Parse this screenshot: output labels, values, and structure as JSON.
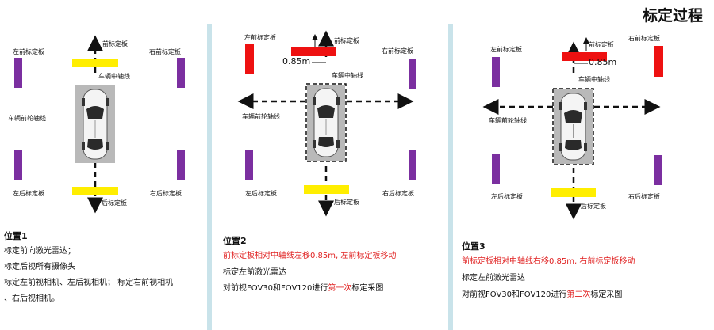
{
  "title": "标定过程",
  "colors": {
    "red_board": "#ee1111",
    "yellow_board": "#ffee00",
    "purple_board": "#7b2fa0",
    "divider": "#c9e3ea",
    "highlight_text": "#e02020"
  },
  "panels": [
    {
      "labels": {
        "front_board": "前标定板",
        "left_front": "左前标定板",
        "right_front": "右前标定板",
        "center_axis": "车辆中轴线",
        "front_wheel_axis": "车辆前轮轴线",
        "left_rear": "左后标定板",
        "right_rear": "右后标定板",
        "rear_board": "后标定板"
      },
      "position": "位置1",
      "lines": [
        "标定前向激光雷达；",
        "标定后视所有摄像头",
        "标定左前视相机、左后视相机；  标定右前视相机",
        "、右后视相机。"
      ]
    },
    {
      "labels": {
        "left_front": "左前标定板",
        "front_board": "前标定板",
        "shift": "0.85m",
        "right_front": "右前标定板",
        "center_axis": "车辆中轴线",
        "front_wheel_axis": "车辆前轮轴线",
        "left_rear": "左后标定板",
        "right_rear": "右后标定板",
        "rear_board": "后标定板"
      },
      "position": "位置2",
      "line_red": "前标定板相对中轴线左移0.85m, 左前标定板移动",
      "line2": "标定左前激光雷达",
      "line3_pre": "对前视FOV30和FOV120进行",
      "line3_em": "第一次",
      "line3_post": "标定采图"
    },
    {
      "labels": {
        "left_front": "左前标定板",
        "front_board": "前标定板",
        "right_front": "右前标定板",
        "shift": "0.85m",
        "center_axis": "车辆中轴线",
        "front_wheel_axis": "车辆前轮轴线",
        "left_rear": "左后标定板",
        "right_rear": "右后标定板",
        "rear_board": "后标定板"
      },
      "position": "位置3",
      "line_red": "前标定板相对中轴线右移0.85m, 右前标定板移动",
      "line2": "标定左前激光雷达",
      "line3_pre": "对前视FOV30和FOV120进行",
      "line3_em": "第二次",
      "line3_post": "标定采图"
    }
  ]
}
